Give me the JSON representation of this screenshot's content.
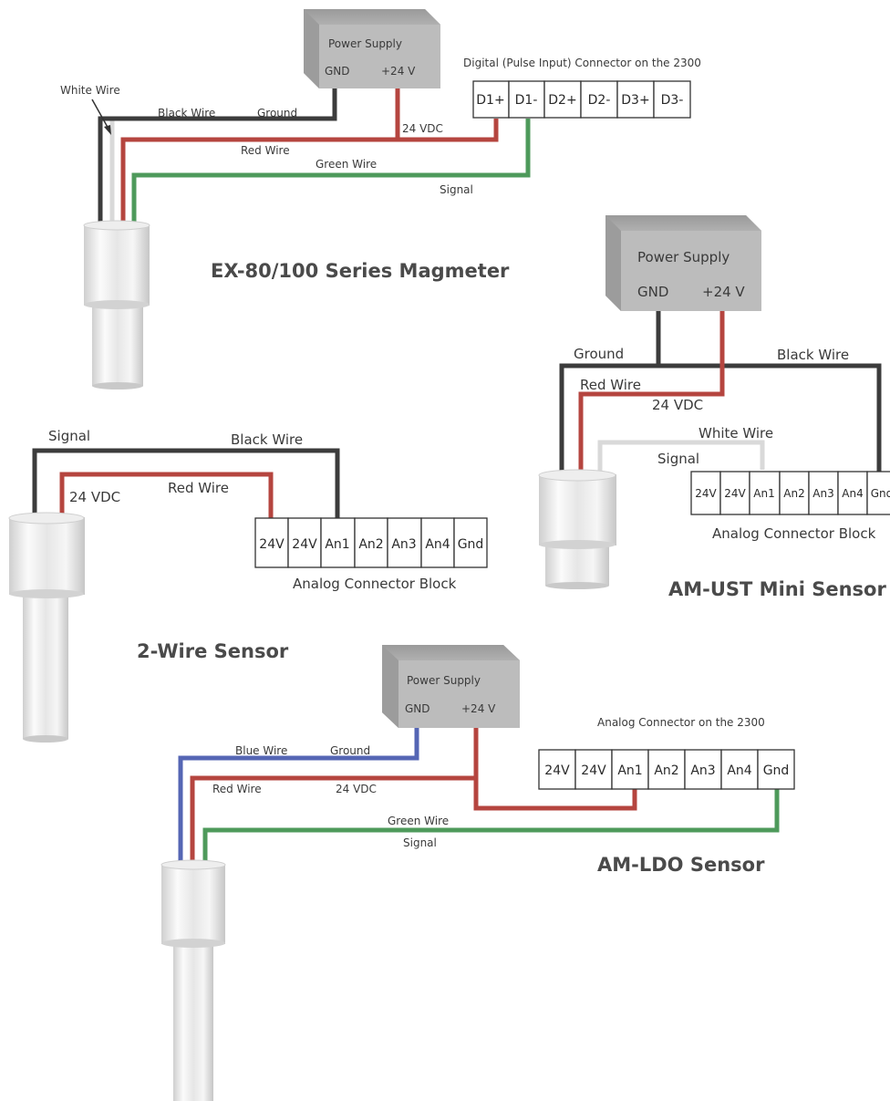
{
  "colors": {
    "black_wire": "#3c3c3c",
    "red_wire": "#b5453f",
    "green_wire": "#4e9a5b",
    "blue_wire": "#5566b4",
    "white_wire": "#d9d9d9",
    "power_supply": "#b9b9b9"
  },
  "ex80": {
    "power_supply": {
      "title": "Power Supply",
      "gnd": "GND",
      "plus24": "+24 V"
    },
    "connector_label": "Digital (Pulse Input) Connector on the 2300",
    "terminals": [
      "D1+",
      "D1-",
      "D2+",
      "D2-",
      "D3+",
      "D3-"
    ],
    "labels": {
      "white_wire": "White Wire",
      "black_wire": "Black Wire",
      "ground": "Ground",
      "vdc": "24 VDC",
      "red_wire": "Red Wire",
      "green_wire": "Green Wire",
      "signal": "Signal"
    },
    "title": "EX-80/100 Series Magmeter"
  },
  "amust": {
    "power_supply": {
      "title": "Power Supply",
      "gnd": "GND",
      "plus24": "+24 V"
    },
    "labels": {
      "ground": "Ground",
      "black_wire": "Black Wire",
      "red_wire": "Red Wire",
      "vdc": "24 VDC",
      "white_wire": "White Wire",
      "signal": "Signal"
    },
    "terminals": [
      "24V",
      "24V",
      "An1",
      "An2",
      "An3",
      "An4",
      "Gnd"
    ],
    "block_label": "Analog Connector Block",
    "title": "AM-UST Mini Sensor"
  },
  "twowire": {
    "labels": {
      "signal": "Signal",
      "black_wire": "Black Wire",
      "vdc": "24 VDC",
      "red_wire": "Red Wire"
    },
    "terminals": [
      "24V",
      "24V",
      "An1",
      "An2",
      "An3",
      "An4",
      "Gnd"
    ],
    "block_label": "Analog Connector Block",
    "title": "2-Wire Sensor"
  },
  "amldo": {
    "power_supply": {
      "title": "Power Supply",
      "gnd": "GND",
      "plus24": "+24 V"
    },
    "connector_label": "Analog Connector on the 2300",
    "terminals": [
      "24V",
      "24V",
      "An1",
      "An2",
      "An3",
      "An4",
      "Gnd"
    ],
    "labels": {
      "blue_wire": "Blue Wire",
      "ground": "Ground",
      "red_wire": "Red Wire",
      "vdc": "24 VDC",
      "green_wire": "Green Wire",
      "signal": "Signal"
    },
    "title": "AM-LDO Sensor"
  }
}
